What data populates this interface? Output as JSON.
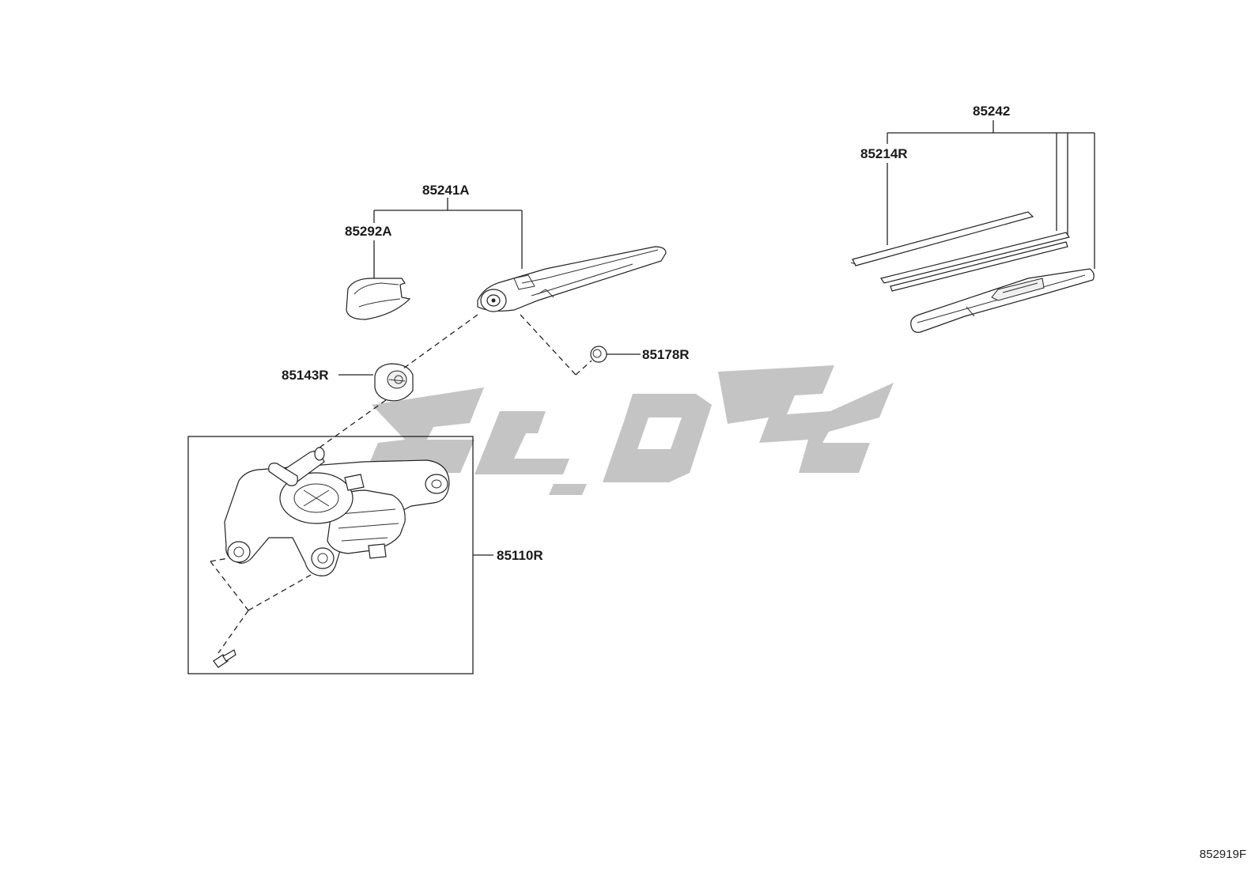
{
  "diagram": {
    "labels": {
      "arm_assembly": "85241A",
      "arm_cap": "85292A",
      "pivot_nut": "85143R",
      "arm_nut": "85178R",
      "motor_assembly": "85110R",
      "blade_assembly": "85242",
      "blade_rubber": "85214R"
    },
    "reference_code": "852919F"
  }
}
